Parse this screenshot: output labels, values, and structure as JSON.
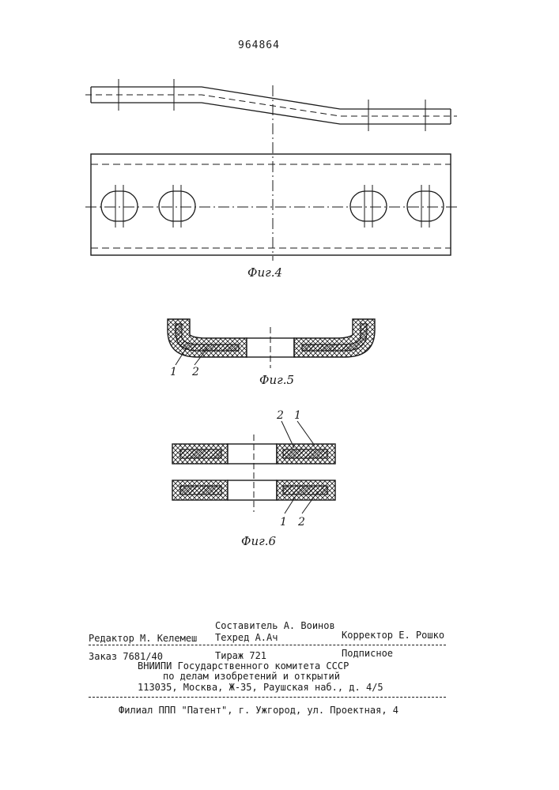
{
  "document": {
    "patent_number": "964864"
  },
  "figures": {
    "fig4": {
      "caption": "Фиг.4"
    },
    "fig5": {
      "caption": "Фиг.5",
      "labels": [
        "1",
        "2"
      ]
    },
    "fig6": {
      "caption": "Фиг.6",
      "labels_top": [
        "2",
        "1"
      ],
      "labels_bottom": [
        "1",
        "2"
      ]
    }
  },
  "imprint": {
    "composer": "Составитель А. Воинов",
    "editor": "Редактор М. Келемеш",
    "techred": "Техред А.Ач",
    "corrector": "Корректор Е. Рошко",
    "order": "Заказ 7681/40",
    "circulation": "Тираж 721",
    "subscription": "Подписное",
    "org_line1": "ВНИИПИ Государственного комитета СССР",
    "org_line2": "по делам изобретений и открытий",
    "address": "113035, Москва, Ж-35, Раушская наб., д. 4/5",
    "branch": "Филиал ППП \"Патент\", г. Ужгород, ул. Проектная, 4"
  }
}
